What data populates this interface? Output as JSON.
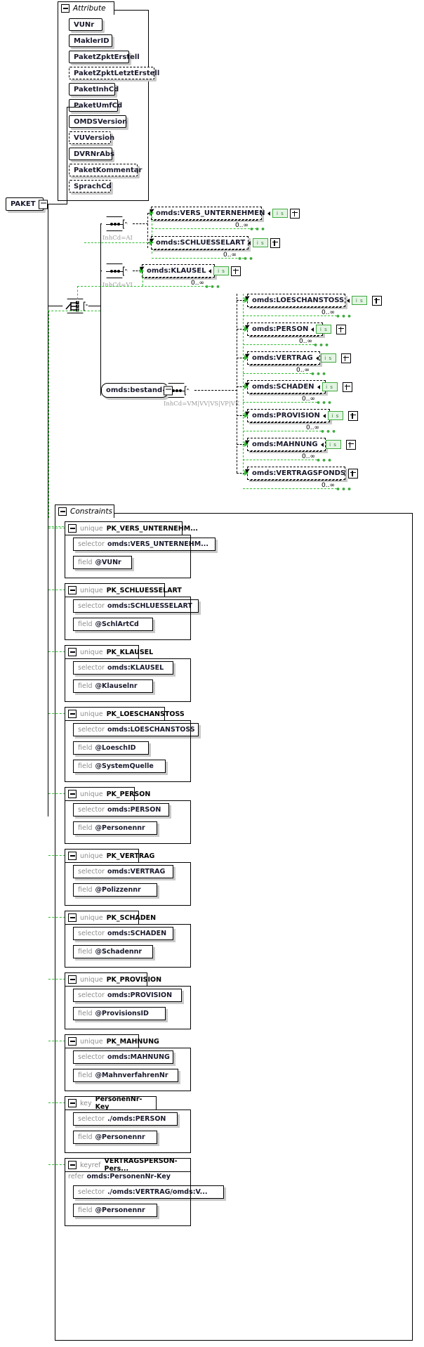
{
  "diagram": {
    "type": "xsd-schema-diagram",
    "root_element": "PAKET",
    "colors": {
      "accent_green": "#2fbf2f",
      "badge_fill": "#e4f4e4",
      "badge_border": "#3faa3f",
      "shadow": "#c9c9c9",
      "text": "#1a1a2e",
      "muted": "#8d8d8d"
    }
  },
  "root": {
    "label": "PAKET"
  },
  "attribute_group": {
    "title": "Attribute",
    "attributes": [
      {
        "name": "VUNr",
        "required": true
      },
      {
        "name": "MaklerID",
        "required": true
      },
      {
        "name": "PaketZpktErstell",
        "required": true
      },
      {
        "name": "PaketZpktLetztErstell",
        "required": false
      },
      {
        "name": "PaketInhCd",
        "required": true
      },
      {
        "name": "PaketUmfCd",
        "required": true
      },
      {
        "name": "OMDSVersion",
        "required": true
      },
      {
        "name": "VUVersion",
        "required": false
      },
      {
        "name": "DVRNrAbs",
        "required": true
      },
      {
        "name": "PaketKommentar",
        "required": false
      },
      {
        "name": "SprachCd",
        "required": false
      }
    ]
  },
  "branches": [
    {
      "compositor": "sequence",
      "condition": "InhCd=AI",
      "elements": [
        {
          "name": "omds:VERS_UNTERNEHMEN",
          "badge": "i s",
          "occurrence": "0..∞"
        },
        {
          "name": "omds:SCHLUESSELART",
          "badge": "i s",
          "occurrence": "0..∞"
        }
      ]
    },
    {
      "compositor": "sequence",
      "condition": "InhCd=VI",
      "elements": [
        {
          "name": "omds:KLAUSEL",
          "badge": "i s",
          "occurrence": "0..∞"
        }
      ]
    },
    {
      "compositor": "sequence",
      "container": "omds:bestand",
      "condition": "InhCd=VM|VV|VS|VP|VK",
      "elements": [
        {
          "name": "omds:LOESCHANSTOSS",
          "badge": "i s",
          "occurrence": "0..∞"
        },
        {
          "name": "omds:PERSON",
          "badge": "i s",
          "occurrence": "0..∞"
        },
        {
          "name": "omds:VERTRAG",
          "badge": "i s",
          "occurrence": "0..∞"
        },
        {
          "name": "omds:SCHADEN",
          "badge": "i s",
          "occurrence": "0..∞"
        },
        {
          "name": "omds:PROVISION",
          "badge": "i s",
          "occurrence": "0..∞"
        },
        {
          "name": "omds:MAHNUNG",
          "badge": "i s",
          "occurrence": "0..∞"
        },
        {
          "name": "omds:VERTRAGSFONDS",
          "badge": "",
          "occurrence": "0..∞"
        }
      ]
    }
  ],
  "constraints": {
    "title": "Constraints",
    "items": [
      {
        "kind": "unique",
        "name": "PK_VERS_UNTERNEHM...",
        "rows": [
          {
            "kw": "selector",
            "val": "omds:VERS_UNTERNEHM..."
          },
          {
            "kw": "field",
            "val": "@VUNr"
          }
        ]
      },
      {
        "kind": "unique",
        "name": "PK_SCHLUESSELART",
        "rows": [
          {
            "kw": "selector",
            "val": "omds:SCHLUESSELART"
          },
          {
            "kw": "field",
            "val": "@SchlArtCd"
          }
        ]
      },
      {
        "kind": "unique",
        "name": "PK_KLAUSEL",
        "rows": [
          {
            "kw": "selector",
            "val": "omds:KLAUSEL"
          },
          {
            "kw": "field",
            "val": "@Klauselnr"
          }
        ]
      },
      {
        "kind": "unique",
        "name": "PK_LOESCHANSTOSS",
        "rows": [
          {
            "kw": "selector",
            "val": "omds:LOESCHANSTOSS"
          },
          {
            "kw": "field",
            "val": "@LoeschID"
          },
          {
            "kw": "field",
            "val": "@SystemQuelle"
          }
        ]
      },
      {
        "kind": "unique",
        "name": "PK_PERSON",
        "rows": [
          {
            "kw": "selector",
            "val": "omds:PERSON"
          },
          {
            "kw": "field",
            "val": "@Personennr"
          }
        ]
      },
      {
        "kind": "unique",
        "name": "PK_VERTRAG",
        "rows": [
          {
            "kw": "selector",
            "val": "omds:VERTRAG"
          },
          {
            "kw": "field",
            "val": "@Polizzennr"
          }
        ]
      },
      {
        "kind": "unique",
        "name": "PK_SCHADEN",
        "rows": [
          {
            "kw": "selector",
            "val": "omds:SCHADEN"
          },
          {
            "kw": "field",
            "val": "@Schadennr"
          }
        ]
      },
      {
        "kind": "unique",
        "name": "PK_PROVISION",
        "rows": [
          {
            "kw": "selector",
            "val": "omds:PROVISION"
          },
          {
            "kw": "field",
            "val": "@ProvisionsID"
          }
        ]
      },
      {
        "kind": "unique",
        "name": "PK_MAHNUNG",
        "rows": [
          {
            "kw": "selector",
            "val": "omds:MAHNUNG"
          },
          {
            "kw": "field",
            "val": "@MahnverfahrenNr"
          }
        ]
      },
      {
        "kind": "key",
        "name": "PersonenNr-Key",
        "rows": [
          {
            "kw": "selector",
            "val": "./omds:PERSON"
          },
          {
            "kw": "field",
            "val": "@Personennr"
          }
        ]
      },
      {
        "kind": "keyref",
        "name": "VERTRAGSPERSON-Pers...",
        "refer_kw": "refer",
        "refer_val": "omds:PersonenNr-Key",
        "rows": [
          {
            "kw": "selector",
            "val": "./omds:VERTRAG/omds:V..."
          },
          {
            "kw": "field",
            "val": "@Personennr"
          }
        ]
      }
    ]
  }
}
